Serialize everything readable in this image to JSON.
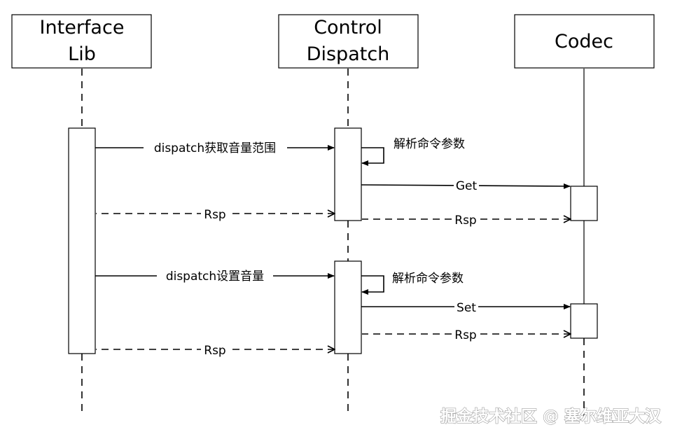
{
  "participants": [
    {
      "id": "interface_lib",
      "lines": [
        "Interface",
        "Lib"
      ]
    },
    {
      "id": "control_dispatch",
      "lines": [
        "Control",
        "Dispatch"
      ]
    },
    {
      "id": "codec",
      "lines": [
        "Codec"
      ]
    }
  ],
  "messages": {
    "m1": "dispatch获取音量范围",
    "m1_self": "解析命令参数",
    "m1_get": "Get",
    "m1_codec_rsp": "Rsp",
    "m1_rsp": "Rsp",
    "m2": "dispatch设置音量",
    "m2_self": "解析命令参数",
    "m2_set": "Set",
    "m2_codec_rsp": "Rsp",
    "m2_rsp": "Rsp"
  },
  "watermark": "掘金技术社区 @ 塞尔维亚大汉"
}
